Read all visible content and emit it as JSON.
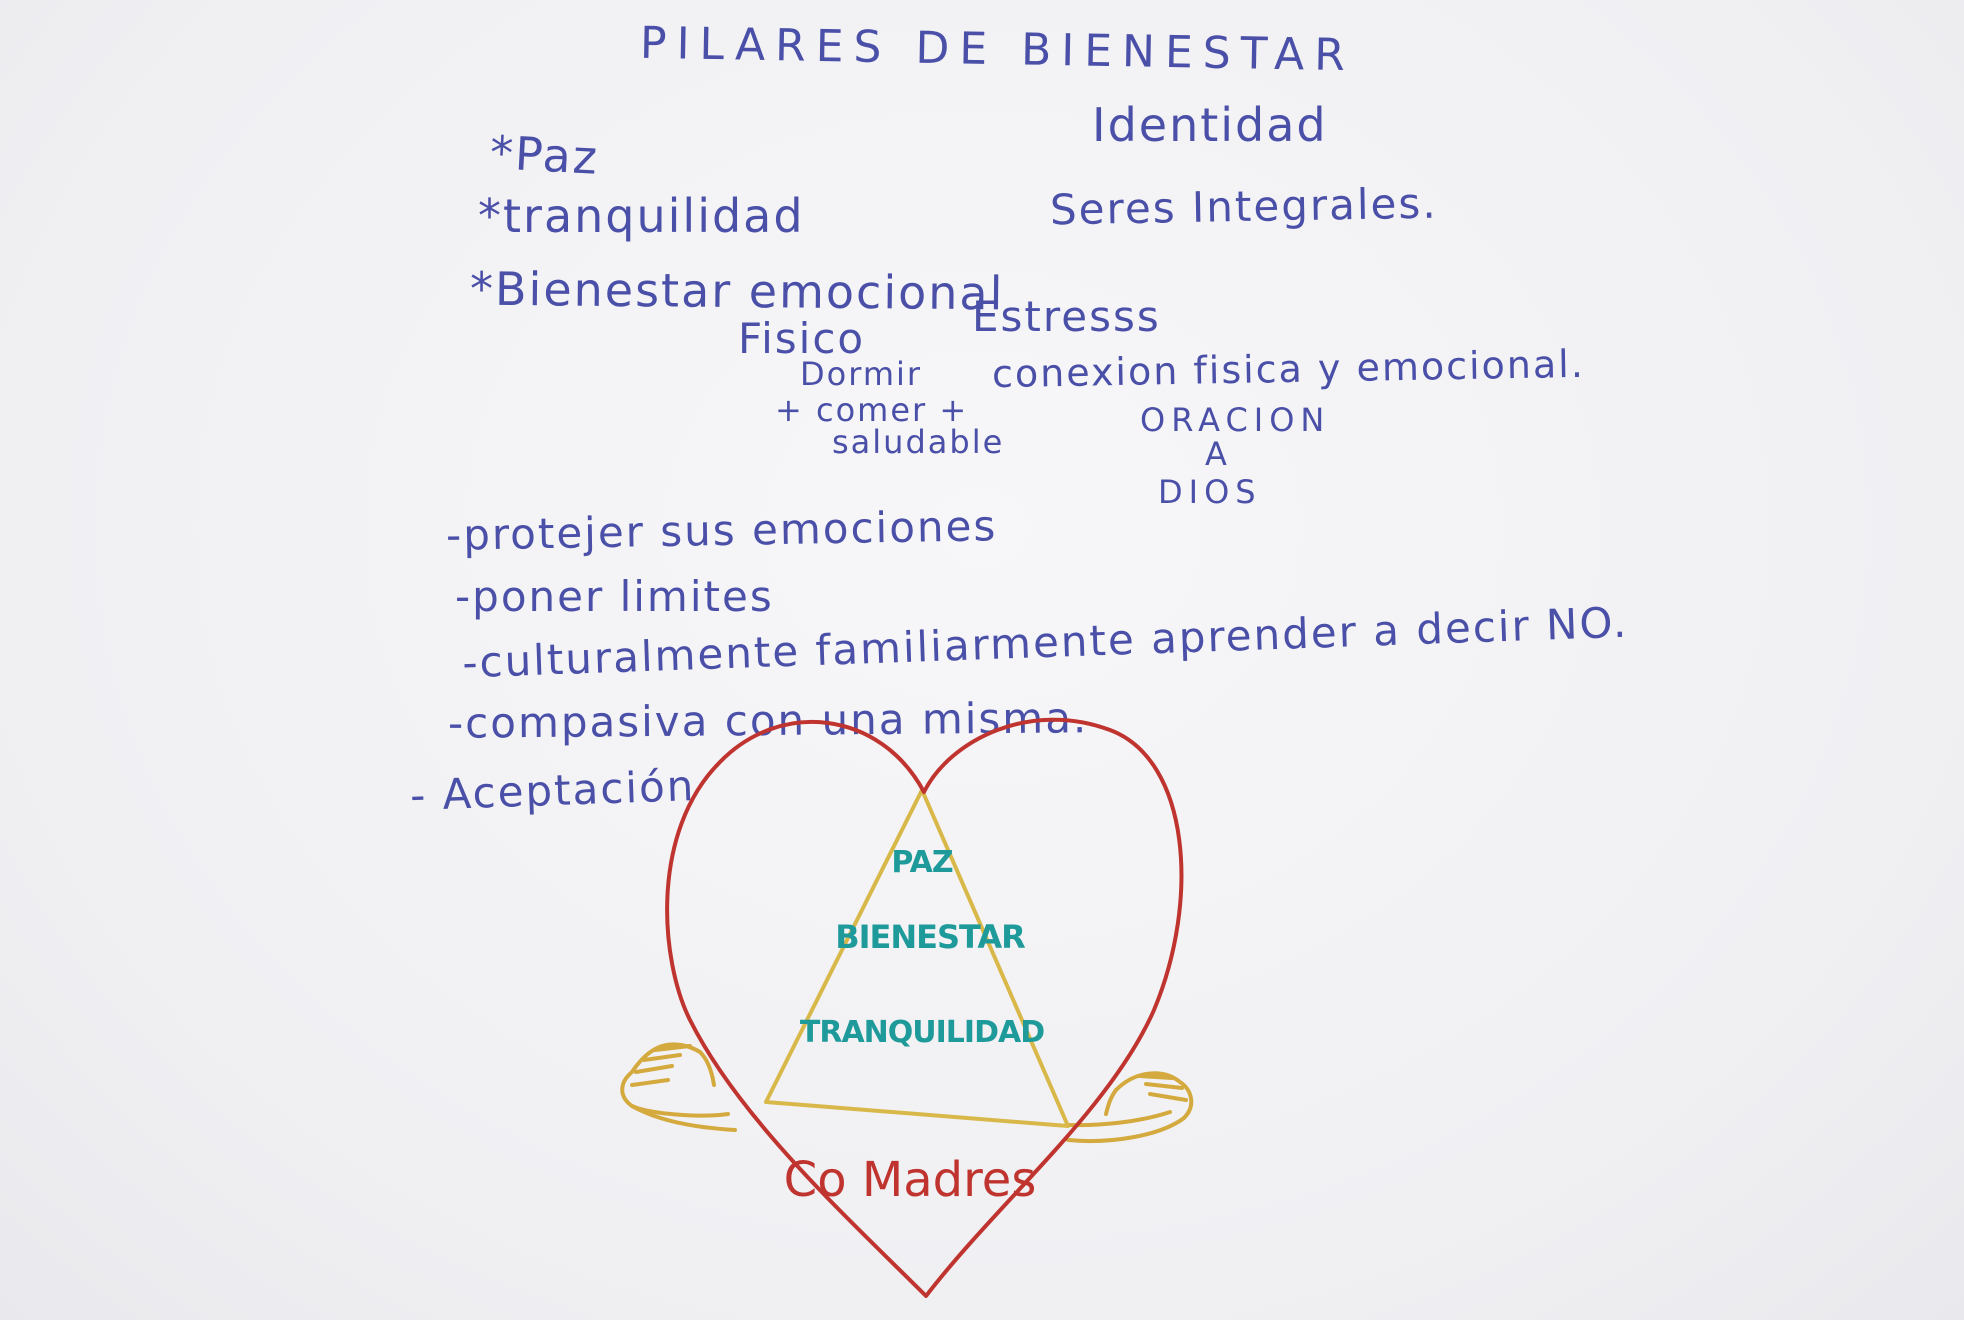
{
  "title": "PILARES DE BIENESTAR",
  "pillars": [
    "*Paz",
    "*tranquilidad",
    "*Bienestar emocional"
  ],
  "bienestar_sub": {
    "fisico": "Fisico",
    "dormir": "Dormir",
    "comer": "+ comer +",
    "saludable": "saludable"
  },
  "right_notes": {
    "identidad": "Identidad",
    "seres": "Seres Integrales.",
    "estres": "Estresss",
    "conexion": "conexion fisica y emocional.",
    "oracion": "ORACION",
    "a": "A",
    "dios": "DIOS"
  },
  "dash_list": [
    "-protejer sus emociones",
    "-poner limites",
    "-culturalmente familiarmente aprender a decir NO.",
    "-compasiva con una misma.",
    "- Aceptación"
  ],
  "pyramid": {
    "levels": [
      "PAZ",
      "BIENESTAR",
      "TRANQUILIDAD"
    ]
  },
  "brand": "Co Madres",
  "colors": {
    "ink_blue": "#4a4fa8",
    "heart_red": "#c0342f",
    "pyramid_yellow": "#d9b84a",
    "hands_yellow": "#d4a93e",
    "pyramid_text_teal": "#1f9a9a"
  }
}
